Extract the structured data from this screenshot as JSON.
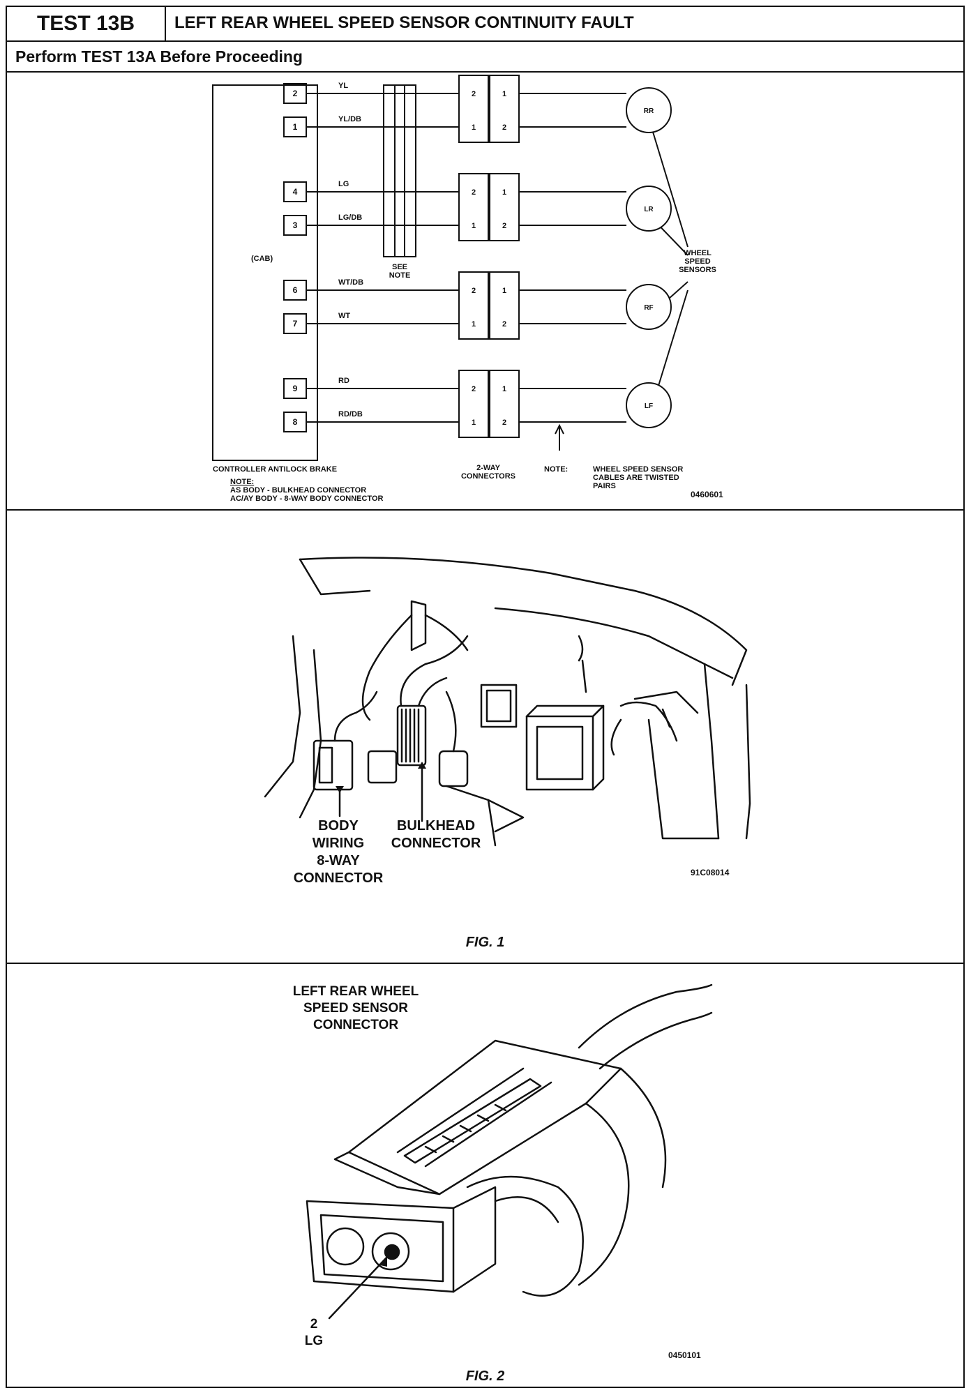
{
  "header": {
    "test_id": "TEST 13B",
    "title": "LEFT REAR WHEEL SPEED SENSOR CONTINUITY FAULT",
    "prerequisite": "Perform TEST 13A Before Proceeding"
  },
  "schematic": {
    "cab_label": "(CAB)",
    "controller_label": "CONTROLLER ANTILOCK BRAKE",
    "see_note": [
      "SEE",
      "NOTE"
    ],
    "pins": [
      {
        "pin": "2",
        "wire": "YL"
      },
      {
        "pin": "1",
        "wire": "YL/DB"
      },
      {
        "pin": "4",
        "wire": "LG"
      },
      {
        "pin": "3",
        "wire": "LG/DB"
      },
      {
        "pin": "6",
        "wire": "WT/DB"
      },
      {
        "pin": "7",
        "wire": "WT"
      },
      {
        "pin": "9",
        "wire": "RD"
      },
      {
        "pin": "8",
        "wire": "RD/DB"
      }
    ],
    "sensors": [
      "RR",
      "LR",
      "RF",
      "LF"
    ],
    "connector_pins_top": [
      "2",
      "1"
    ],
    "connector_pins_bottom": [
      "1",
      "2"
    ],
    "sensors_group_label": [
      "WHEEL",
      "SPEED",
      "SENSORS"
    ],
    "two_way_label": [
      "2-WAY",
      "CONNECTORS"
    ],
    "note_arrow_label": "NOTE:",
    "twisted_note": [
      "WHEEL SPEED SENSOR",
      "CABLES ARE TWISTED",
      "PAIRS"
    ],
    "bottom_note": [
      "NOTE:",
      "AS BODY - BULKHEAD CONNECTOR",
      "AC/AY BODY - 8-WAY BODY CONNECTOR"
    ],
    "code": "0460601"
  },
  "fig1": {
    "body_wiring_label": [
      "BODY",
      "WIRING",
      "8-WAY",
      "CONNECTOR"
    ],
    "bulkhead_label": [
      "BULKHEAD",
      "CONNECTOR"
    ],
    "code": "91C08014",
    "caption": "FIG. 1"
  },
  "fig2": {
    "connector_label": [
      "LEFT REAR WHEEL",
      "SPEED SENSOR",
      "CONNECTOR"
    ],
    "pin_label": [
      "2",
      "LG"
    ],
    "code": "0450101",
    "caption": "FIG. 2"
  }
}
